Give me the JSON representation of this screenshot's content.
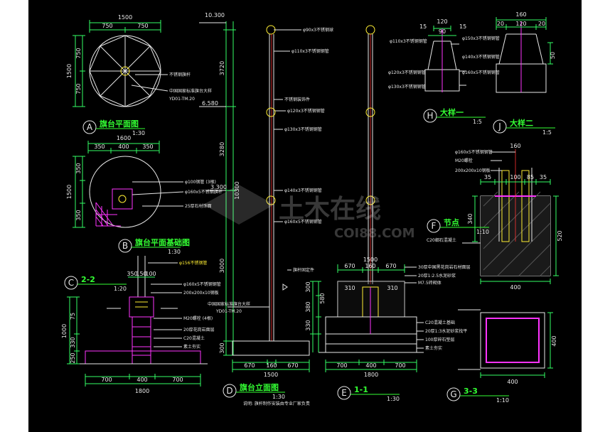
{
  "callouts": [
    {
      "letter": "A",
      "title": "旗台平面图",
      "scale": "1:30"
    },
    {
      "letter": "B",
      "title": "旗台平面基础图",
      "scale": "1:30"
    },
    {
      "letter": "C",
      "title": "2-2",
      "scale": "1:20"
    },
    {
      "letter": "D",
      "title": "旗台立面图",
      "scale": "1:30"
    },
    {
      "letter": "E",
      "title": "1-1",
      "scale": "1:30"
    },
    {
      "letter": "F",
      "title": "节点",
      "scale": "1:10"
    },
    {
      "letter": "G",
      "title": "3-3",
      "scale": "1:10"
    },
    {
      "letter": "H",
      "title": "大样一",
      "scale": "1:5"
    },
    {
      "letter": "J",
      "title": "大样二",
      "scale": "1:5"
    }
  ],
  "dims": {
    "a_top": [
      "1500",
      "750",
      "750"
    ],
    "a_side": [
      "1500",
      "750",
      "750"
    ],
    "b_top": [
      "1600",
      "350",
      "400",
      "350"
    ],
    "b_side": [
      "1500",
      "350",
      "350"
    ],
    "c_bottom": [
      "700",
      "400",
      "700",
      "1800"
    ],
    "c_side": [
      "1000",
      "75",
      "330",
      "250"
    ],
    "c_small": [
      "350",
      "150",
      "100"
    ],
    "d_left": [
      "10.300",
      "3720",
      "6.580",
      "3280",
      "3.300",
      "3000",
      "300",
      "10300"
    ],
    "d_bottom": [
      "670",
      "160",
      "670",
      "1500"
    ],
    "e_top": [
      "670",
      "160",
      "670",
      "1500",
      "310",
      "310"
    ],
    "e_side": [
      "300",
      "380",
      "330",
      "580"
    ],
    "e_bottom": [
      "700",
      "400",
      "700",
      "1800"
    ],
    "f_dims": [
      "160",
      "100",
      "35",
      "85",
      "35",
      "400",
      "520",
      "340"
    ],
    "g_dims": [
      "400",
      "400"
    ],
    "h_dims": [
      "120",
      "90",
      "15",
      "15"
    ],
    "j_dims": [
      "160",
      "120",
      "20",
      "20",
      "50"
    ]
  },
  "notes": {
    "a": [
      "不锈钢旗杆",
      "中国国家标准旗台大样",
      "YD01-TM.20"
    ],
    "b": [
      "φ100钢管 (3根)",
      "φ160x5不锈钢旗杆",
      "25厚石材饰面"
    ],
    "c": [
      "φ156不锈钢管",
      "φ160x5不锈钢钢管",
      "200x200x10钢板",
      "M20螺栓 (4根)",
      "20厚花岗岩面层",
      "C20混凝土",
      "素土夯实"
    ],
    "d": [
      "φ90x3不锈钢球",
      "φ110x3不锈钢钢管",
      "不锈钢装饰件",
      "φ120x3不锈钢钢管",
      "φ130x3不锈钢钢管",
      "φ140x3不锈钢钢管",
      "φ160x5不锈钢钢管",
      "旗杆固定件",
      "中国国家标准旗台大样",
      "YD01-TM.20"
    ],
    "e": [
      "30厚中国黑花岗岩石材面层",
      "20厚1:2.5水泥砂浆",
      "M7.5砖砌体",
      "C20混凝土基础",
      "20厚1:3水泥砂浆找平",
      "100厚碎石垫层",
      "素土夯实"
    ],
    "f": [
      "φ160x5不锈钢钢管",
      "M20螺栓",
      "200x200x10钢板",
      "C20细石混凝土"
    ],
    "h": [
      "φ110x3不锈钢钢管",
      "φ120x3不锈钢钢管",
      "φ130x3不锈钢钢管"
    ],
    "j": [
      "φ150x3不锈钢钢管",
      "φ140x3不锈钢钢管",
      "φ160x5不锈钢钢管"
    ],
    "footer": "说明: 旗杆制作安装由专业厂家负责"
  },
  "watermark": {
    "main": "土木在线",
    "sub": "COI88.COM"
  },
  "colors": {
    "background": "#000000",
    "title": "#33ff33",
    "dim": "#33ff66",
    "callout": "#e8e8e8",
    "accent": "#ff33ff",
    "red": "#ff3333",
    "note": "#ffee33"
  }
}
